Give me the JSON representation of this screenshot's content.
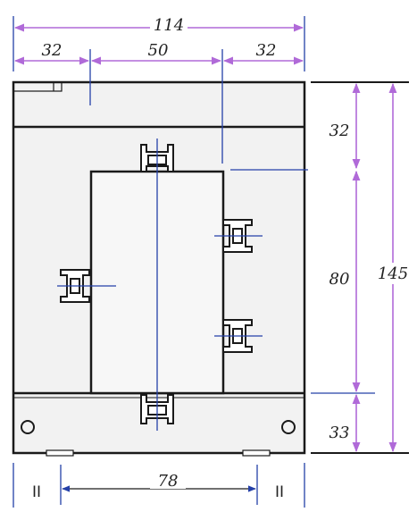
{
  "colors": {
    "outline": "#1a1a1a",
    "dimension": "#b06ad8",
    "centerline": "#2440a8",
    "body_fill": "#f2f2f2",
    "text": "#222222"
  },
  "dimensions": {
    "overall_width": "114",
    "left_section": "32",
    "middle_section": "50",
    "right_section": "32",
    "top_height": "32",
    "window_height": "80",
    "overall_height": "145",
    "base_height": "33",
    "mount_spacing": "78"
  },
  "footer": {
    "left_mark": "II",
    "right_mark": "II"
  }
}
